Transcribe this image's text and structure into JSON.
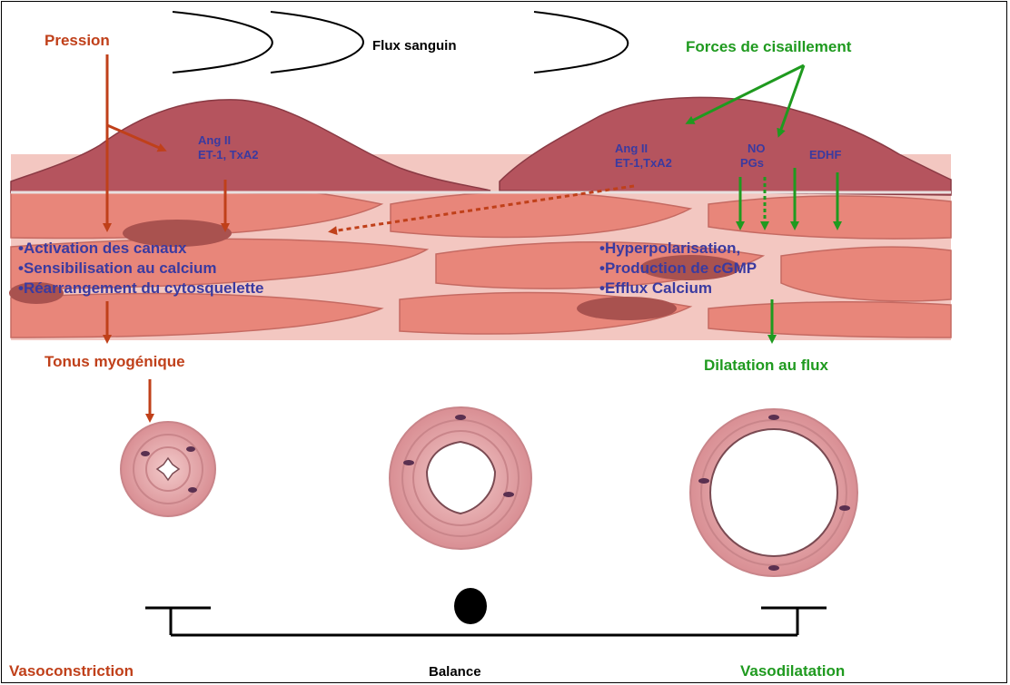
{
  "top": {
    "pression": "Pression",
    "flux_sanguin": "Flux sanguin",
    "forces": "Forces de cisaillement"
  },
  "cell_labels": {
    "left_mediators_1": "Ang II",
    "left_mediators_2": "ET-1, TxA2",
    "right_mediators_1": "Ang II",
    "right_mediators_2": "ET-1,TxA2",
    "no": "NO",
    "pgs": "PGs",
    "edhf": "EDHF"
  },
  "left_effects": [
    "•Activation des canaux",
    "•Sensibilisation au calcium",
    "•Réarrangement du cytosquelette"
  ],
  "right_effects": [
    "•Hyperpolarisation,",
    "•Production de cGMP",
    "•Efflux Calcium"
  ],
  "outcomes": {
    "tonus": "Tonus myogénique",
    "dilatation": "Dilatation au flux"
  },
  "bottom": {
    "vasoconstriction": "Vasoconstriction",
    "balance": "Balance",
    "vasodilatation": "Vasodilatation"
  },
  "colors": {
    "pressure_red": "#c0401a",
    "shear_green": "#1f9a1f",
    "mediator_blue": "#3a3aa0",
    "tissue_pink": "#e8867a",
    "endothelium": "#b5545e"
  }
}
